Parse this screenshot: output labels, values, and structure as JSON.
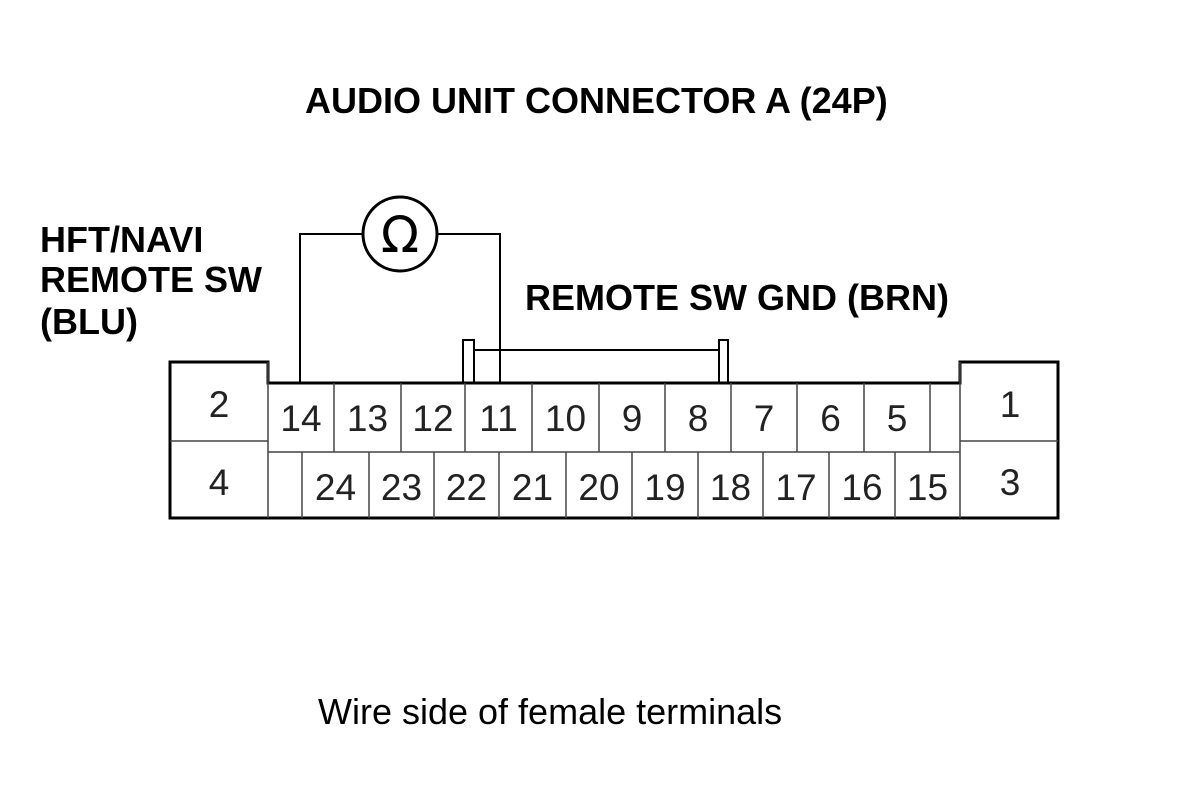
{
  "title": "AUDIO UNIT CONNECTOR A (24P)",
  "left_label": {
    "lines": [
      "HFT/NAVI",
      "REMOTE SW",
      "(BLU)"
    ]
  },
  "right_label": "REMOTE SW GND (BRN)",
  "meter_symbol": "Ω",
  "caption": "Wire side of female terminals",
  "connector": {
    "top_row": [
      "14",
      "13",
      "12",
      "11",
      "10",
      "9",
      "8",
      "7",
      "6",
      "5",
      ""
    ],
    "bottom_row": [
      "",
      "24",
      "23",
      "22",
      "21",
      "20",
      "19",
      "18",
      "17",
      "16",
      "15"
    ],
    "left_block": [
      "2",
      "4"
    ],
    "right_block": [
      "1",
      "3"
    ]
  }
}
